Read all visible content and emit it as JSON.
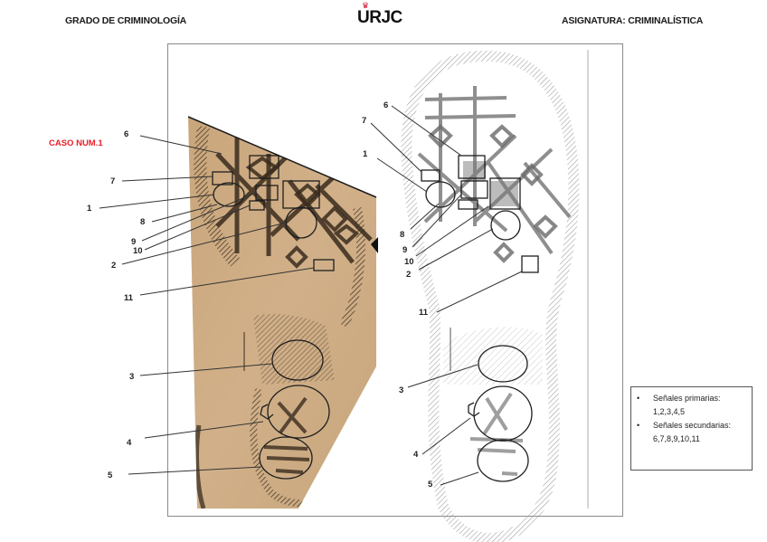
{
  "header": {
    "left_title": "GRADO DE CRIMINOLOGÍA",
    "logo_text": "URJC",
    "logo_crown_color": "#d0112b",
    "right_title": "ASIGNATURA: CRIMINALÍSTICA"
  },
  "case_label": "CASO NUM.1",
  "case_label_color": "#e8202a",
  "figure": {
    "left_image": "shoe sole print on beige paper (evidence print)",
    "right_image": "shoe sole print on white background (reference print)",
    "left_callouts": [
      "6",
      "7",
      "1",
      "8",
      "9",
      "10",
      "2",
      "11",
      "3",
      "4",
      "5"
    ],
    "right_callouts": [
      "6",
      "7",
      "1",
      "8",
      "9",
      "10",
      "2",
      "11",
      "3",
      "4",
      "5"
    ]
  },
  "legend": {
    "items": [
      {
        "bullet": "•",
        "label": "Señales primarias:",
        "values": "1,2,3,4,5"
      },
      {
        "bullet": "•",
        "label": "Señales secundarias:",
        "values": "6,7,8,9,10,11"
      }
    ]
  }
}
